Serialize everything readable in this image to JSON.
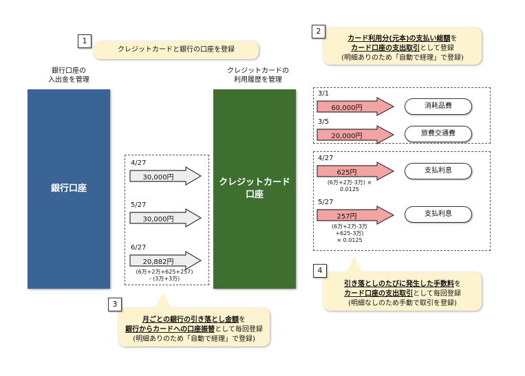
{
  "steps": {
    "s1": {
      "num": "1",
      "text": "クレジットカードと銀行の口座を登録"
    },
    "s2": {
      "num": "2",
      "line1_ul": "カード利用分(元本)の支払い総額",
      "line1_rest": "を",
      "line2_ul": "カード口座の支出取引",
      "line2_rest": "として登録",
      "line3": "(明細ありのため「自動で経理」で登録)"
    },
    "s3": {
      "num": "3",
      "line1_ul": "月ごとの銀行の引き落とし金額",
      "line1_rest": "を",
      "line2_ul": "銀行からカードへの口座振替",
      "line2_rest": "として毎回登録",
      "line3": "(明細ありのため「自動で経理」で登録)"
    },
    "s4": {
      "num": "4",
      "line1_ul": "引き落としのたびに発生した手数料",
      "line1_rest": "を",
      "line2_ul": "カード口座の支出取引",
      "line2_rest": "として毎回登録",
      "line3": "(明細なしのため手動で取引を登録)"
    }
  },
  "bank": {
    "caption_l1": "銀行口座の",
    "caption_l2": "入出金を管理",
    "name": "銀行口座",
    "color": "#3a6496"
  },
  "card": {
    "caption_l1": "クレジットカードの",
    "caption_l2": "利用履歴を管理",
    "name_l1": "クレジットカード",
    "name_l2": "口座",
    "color": "#3f6f2f"
  },
  "transfers": [
    {
      "date": "4/27",
      "amount": "30,000円"
    },
    {
      "date": "5/27",
      "amount": "30,000円"
    },
    {
      "date": "6/27",
      "amount": "20,882円",
      "note_l1": "(6万+2万+625+257)",
      "note_l2": "- (3万+3万)"
    }
  ],
  "purchases": [
    {
      "date": "3/1",
      "amount": "60,000円",
      "category": "消耗品費"
    },
    {
      "date": "3/5",
      "amount": "20,000円",
      "category": "旅費交通費"
    }
  ],
  "fees": [
    {
      "date": "4/27",
      "amount": "625円",
      "category": "支払利息",
      "note_l1": "(6万+2万-3万) ×",
      "note_l2": "0.0125"
    },
    {
      "date": "5/27",
      "amount": "257円",
      "category": "支払利息",
      "note_l1": "(6万+2万-3万",
      "note_l2": "+625-3万)",
      "note_l3": "× 0.0125"
    }
  ],
  "colors": {
    "callout": "#fdf3cf",
    "grey_arrow": "#eeeeee",
    "pink_arrow": "#f4a3a3"
  }
}
